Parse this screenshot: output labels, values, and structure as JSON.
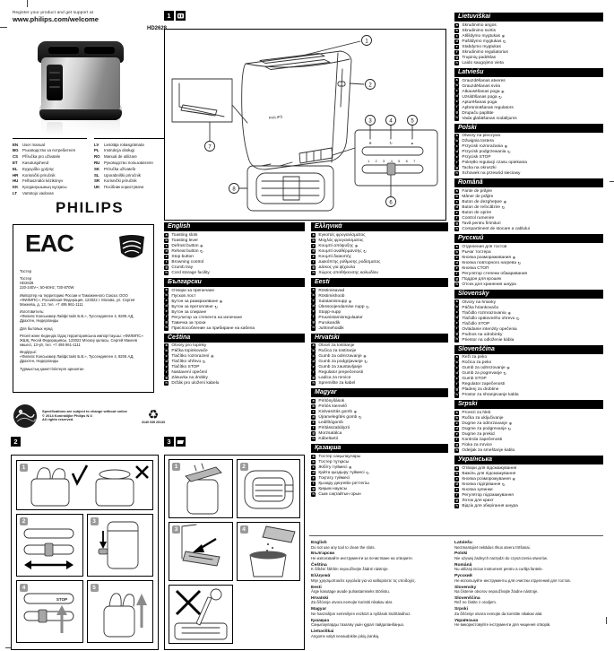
{
  "page": {
    "tagline": "Register your product and get support at",
    "url": "www.philips.com/welcome",
    "model": "HD2628",
    "brand": "PHILIPS"
  },
  "panel1": {
    "num": "1",
    "callouts": [
      "1",
      "2",
      "3",
      "4",
      "5",
      "6",
      "7",
      "8"
    ],
    "browning_scale": "1 2 3 4 5 6 7"
  },
  "panel2": {
    "num": "2",
    "steps": [
      "1",
      "2",
      "3",
      "4",
      "5"
    ],
    "stop_label": "STOP"
  },
  "panel3": {
    "num": "3",
    "steps": [
      "1",
      "2",
      "3",
      "4"
    ]
  },
  "icons": {
    "defrost": "❄",
    "reheat": "↻",
    "stop": "■",
    "recycle": "♻"
  },
  "language_index": {
    "columns": [
      [
        {
          "c": "EN",
          "l": "User manual"
        },
        {
          "c": "BG",
          "l": "Ръководство за потребителя"
        },
        {
          "c": "CS",
          "l": "Příručka pro uživatele"
        },
        {
          "c": "ET",
          "l": "Kasutusjuhend"
        },
        {
          "c": "EL",
          "l": "Εγχειρίδιο χρήσης"
        },
        {
          "c": "HR",
          "l": "Korisnički priručnik"
        },
        {
          "c": "HU",
          "l": "Felhasználói kézikönyv"
        },
        {
          "c": "KK",
          "l": "Қолданушының нұсқасы"
        },
        {
          "c": "LT",
          "l": "Vartotojo vadovas"
        }
      ],
      [
        {
          "c": "LV",
          "l": "Lietotāja rokasgrāmata"
        },
        {
          "c": "PL",
          "l": "Instrukcja obsługi"
        },
        {
          "c": "RO",
          "l": "Manual de utilizare"
        },
        {
          "c": "RU",
          "l": "Руководство пользователя"
        },
        {
          "c": "SK",
          "l": "Príručka užívateľa"
        },
        {
          "c": "SL",
          "l": "Uporabniški priročnik"
        },
        {
          "c": "SR",
          "l": "Korisnički priručnik"
        },
        {
          "c": "UK",
          "l": "Посібник користувача"
        }
      ]
    ]
  },
  "cert_box": {
    "eac": "EAC",
    "paragraphs": [
      {
        "t": "Тостер",
        "g": 0
      },
      {
        "t": "Тостер",
        "g": 1
      },
      {
        "t": "HD2628",
        "g": 0
      },
      {
        "t": "220-240V~; 50-60Hz; 730-870W",
        "g": 0
      },
      {
        "t": "Импортер на территорию России и Таможенного Союза: ООО «ФИЛИПС», Российская Федерация, 123022 г. Москва, ул. Сергея Макеева, д. 13, тел. +7 495 961-1111",
        "g": 1
      },
      {
        "t": "Изготовитель:",
        "g": 1
      },
      {
        "t": "«Филипс Консьюмер Лайфстайл Б.В.», Туссендиепен 4, 9206 АД, Драхтен, Нидерланды",
        "g": 0
      },
      {
        "t": "Для бытовых нужд",
        "g": 1
      },
      {
        "t": "Ресей және Кедендік Одақ территориясына импорттаушы: «ФИЛИПС» ЖШҚ, Ресей Федерациясы, 123022 Мәскеу қаласы, Сергей Макеев көшесі, 13-үй, тел. +7 495 961-1111",
        "g": 1
      },
      {
        "t": "Өндіруші:",
        "g": 1
      },
      {
        "t": "«Филипс Консьюмер Лайфстайл Б.В.», Туссендиепен 4, 9206 АД, Драхтен, Нидерланды",
        "g": 0
      },
      {
        "t": "Тұрмыстық қажеттіліктерге арналған",
        "g": 1
      }
    ]
  },
  "legal": {
    "line1": "Specifications are subject to change without notice",
    "line2": "© 2014 Koninklijke Philips N.V.",
    "line3": "All rights reserved.",
    "doc_number": "3140 035 20133"
  },
  "sections": {
    "col1": [
      {
        "title": "English",
        "items": [
          "Toasting slots",
          "Toasting lever",
          "Defrost button",
          "Reheat button",
          "Stop button",
          "Browning control",
          "Crumb tray",
          "Cord storage facility"
        ]
      },
      {
        "title": "Български",
        "items": [
          "Отвори за препичане",
          "Пусков лост",
          "Бутон за размразяване",
          "Бутон за претопляне",
          "Бутон за спиране",
          "Регулатор за степента на изпичане",
          "Тавичка за трохи",
          "Приспособление за прибиране на кабела"
        ]
      },
      {
        "title": "Čeština",
        "items": [
          "Otvory pro topinky",
          "Páčka topinkovače",
          "Tlačítko rozmrazení",
          "Tlačítko ohřevu",
          "Tlačítko STOP",
          "Nastavení opečení",
          "Zásuvka na drobky",
          "Držák pro uložení kabelu"
        ]
      }
    ],
    "col2": [
      {
        "title": "Ελληνικά",
        "items": [
          "Εγκοπές φρυγανίσματος",
          "Μοχλός φρυγανίσματος",
          "Κουμπί απόψυξης",
          "Κουμπί αναθέρμανσης",
          "Κουμπί διακοπής",
          "Διακόπτης ρύθμισης ροδίσματος",
          "Δίσκος για ψίχουλα",
          "Χώρος αποθήκευσης καλωδίου"
        ]
      },
      {
        "title": "Eesti",
        "items": [
          "Röstimisavad",
          "Röstimishoob",
          "Sulatamisnupp",
          "Ülessoojendamise nupp",
          "Stopp-nupp",
          "Pruunistamisregulaator",
          "Purukandik",
          "Juhtmehoidik"
        ]
      },
      {
        "title": "Hrvatski",
        "items": [
          "Otvori za tostiranje",
          "Ručica za tostiranje",
          "Gumb za odmrzavanje",
          "Gumb za podgrijavanje",
          "Gumb za zaustavljanje",
          "Regulator prepečenosti",
          "Ladica za mrvice",
          "Spremište za kabel"
        ]
      },
      {
        "title": "Magyar",
        "items": [
          "Pirítónyílások",
          "Pirítós kiemelő",
          "Kiolvasztás gomb",
          "Újramelegítés gomb",
          "Leállítógomb",
          "Pirításszabályzó",
          "Morzsatálca",
          "Kábeltartó"
        ]
      },
      {
        "title": "Қазақша",
        "items": [
          "Тостер саңылаулары",
          "Тостер тұтқасы",
          "Жібіту түймесі",
          "Қайта қыздыру түймесі",
          "Тоқтату түймесі",
          "Қызару деңгейін реттегіш",
          "Қиқым науасы",
          "Сым сақтайтын орын"
        ]
      }
    ],
    "col3": [
      {
        "title": "Lietuviškai",
        "items": [
          "Skrudinimo angos",
          "Skrudinimo svirtis",
          "Atšildymo mygtukas",
          "Pašildymo mygtukas",
          "Stabdymo mygtukas",
          "Skrudinimo reguliatorius",
          "Trupinių padėklas",
          "Laido saugojimo vieta"
        ]
      },
      {
        "title": "Latviešu",
        "items": [
          "Grauzdēšanas atveres",
          "Grauzdēšanas svira",
          "Atkausēšanas poga",
          "Uzsildīšanas poga",
          "Apturēšanas poga",
          "Apbrūnināšanas regulators",
          "Drupaču paplāte",
          "Vada glabāšanas nodalījums"
        ]
      },
      {
        "title": "Polski",
        "items": [
          "Otwory na pieczywo",
          "Dźwignia tostera",
          "Przycisk rozmrażania",
          "Przycisk podgrzewania",
          "Przycisk STOP",
          "Pokrętło regulacji czasu opiekania",
          "Tacka na okruszki",
          "Schowek na przewód sieciowy"
        ]
      },
      {
        "title": "Română",
        "items": [
          "Fante de prăjire",
          "Mâner de prăjire",
          "Buton de dezgheţare",
          "Buton de reîncălzire",
          "Buton de oprire",
          "Control rumenire",
          "Tavă pentru firimituri",
          "Compartiment de stocare a cablului"
        ]
      },
      {
        "title": "Русский",
        "items": [
          "Отделения для тостов",
          "Рычаг тостера",
          "Кнопка размораживания",
          "Кнопка повторного нагрева",
          "Кнопка СТОП",
          "Регулятор степени обжаривания",
          "Поддон для крошек",
          "Отсек для хранения шнура"
        ]
      },
      {
        "title": "Slovensky",
        "items": [
          "Otvory na hrianky",
          "Páčka hriankovača",
          "Tlačidlo rozmrazovania",
          "Tlačidlo opätovného ohrevu",
          "Tlačidlo STOP",
          "Ovládanie intenzity opečenia",
          "Podnos na odrobinky",
          "Priestor na odloženie kábla"
        ]
      },
      {
        "title": "Slovenščina",
        "items": [
          "Reži za peko",
          "Ročica za peko",
          "Gumb za odmrzovanje",
          "Gumb za pogrevanje",
          "Gumb STOP",
          "Regulator zapečenosti",
          "Pladenj za drobtine",
          "Prostor za shranjevanje kabla"
        ]
      },
      {
        "title": "Srpski",
        "items": [
          "Prorezi za hleb",
          "Ručka za uključivanje",
          "Dugme za odmrzavanje",
          "Dugme za podgrevanje",
          "Dugme za prekid",
          "Kontrola zapečenosti",
          "Fioka za mrvice",
          "Odeljak za smeštanje kabla"
        ]
      },
      {
        "title": "Українська",
        "items": [
          "Отвори для підсмажування",
          "Важіль для підсмажування",
          "Кнопка розморожування",
          "Кнопка підігрівання",
          "Кнопка зупинки",
          "Регулятор підсмажування",
          "Лоток для крихт",
          "Відсік для зберігання шнура"
        ]
      }
    ]
  },
  "footnotes": {
    "col1": [
      {
        "lang": "English",
        "note": "Do not use any tool to clean the slots."
      },
      {
        "lang": "Български",
        "note": "Не използвайте инструменти за почистване на отворите."
      },
      {
        "lang": "Čeština",
        "note": "K čištění štěrbin nepoužívejte žádné nástroje."
      },
      {
        "lang": "Ελληνικά",
        "note": "Μην χρησιμοποιείτε εργαλεία για να καθαρίσετε τις υποδοχές."
      },
      {
        "lang": "Eesti",
        "note": "Ärge kasutage avade puhastamiseks tööriistu."
      },
      {
        "lang": "Hrvatski",
        "note": "Za čišćenje otvora nemojte koristiti nikakav alat."
      },
      {
        "lang": "Magyar",
        "note": "Ne használjon semmilyen eszközt a nyílások tisztításához."
      },
      {
        "lang": "Қазақша",
        "note": "Саңылауларды тазалау үшін құрал пайдаланбаңыз."
      },
      {
        "lang": "Lietuviškai",
        "note": "Angoms valyti nenaudokite jokių įrankių."
      }
    ],
    "col2": [
      {
        "lang": "Latviešu",
        "note": "Neizmantojiet nekādus rīkus atveru tīrīšanai."
      },
      {
        "lang": "Polski",
        "note": "Nie używaj żadnych narzędzi do czyszczenia otworów."
      },
      {
        "lang": "Română",
        "note": "Nu utilizaţi niciun instrument pentru a curăţa fantele."
      },
      {
        "lang": "Русский",
        "note": "Не используйте инструменты для очистки отделений для тостов."
      },
      {
        "lang": "Slovensky",
        "note": "Na čistenie otvorov nepoužívajte žiadne nástroje."
      },
      {
        "lang": "Slovenščina",
        "note": "Rež ne čistite z orodjem."
      },
      {
        "lang": "Srpski",
        "note": "Za čišćenje otvora nemojte da koristite nikakav alat."
      },
      {
        "lang": "Українська",
        "note": "Не використовуйте інструменти для чищення отворів."
      }
    ]
  }
}
